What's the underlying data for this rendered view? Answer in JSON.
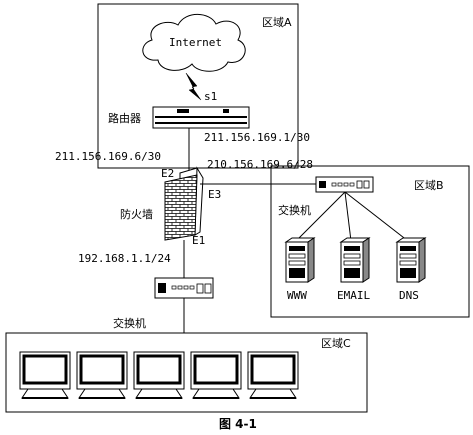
{
  "regions": {
    "a": "区域A",
    "b": "区域B",
    "c": "区域C"
  },
  "internet": "Internet",
  "link_s1": "s1",
  "router": {
    "label": "路由器",
    "ip": "211.156.169.1/30"
  },
  "firewall": {
    "label": "防火墙",
    "ip_e2": "211.156.169.6/30",
    "ip_e3": "210.156.169.6/28",
    "ip_e1": "192.168.1.1/24",
    "e1": "E1",
    "e2": "E2",
    "e3": "E3"
  },
  "switch_b": "交换机",
  "switch_c": "交换机",
  "servers": [
    "WWW",
    "EMAIL",
    "DNS"
  ],
  "figure_caption": "图 4-1",
  "icons": {
    "cloud": "cloud-icon",
    "router": "router-icon",
    "firewall": "firewall-icon",
    "switch": "switch-icon",
    "server": "server-icon",
    "monitor": "monitor-icon",
    "lightning": "lightning-icon"
  }
}
